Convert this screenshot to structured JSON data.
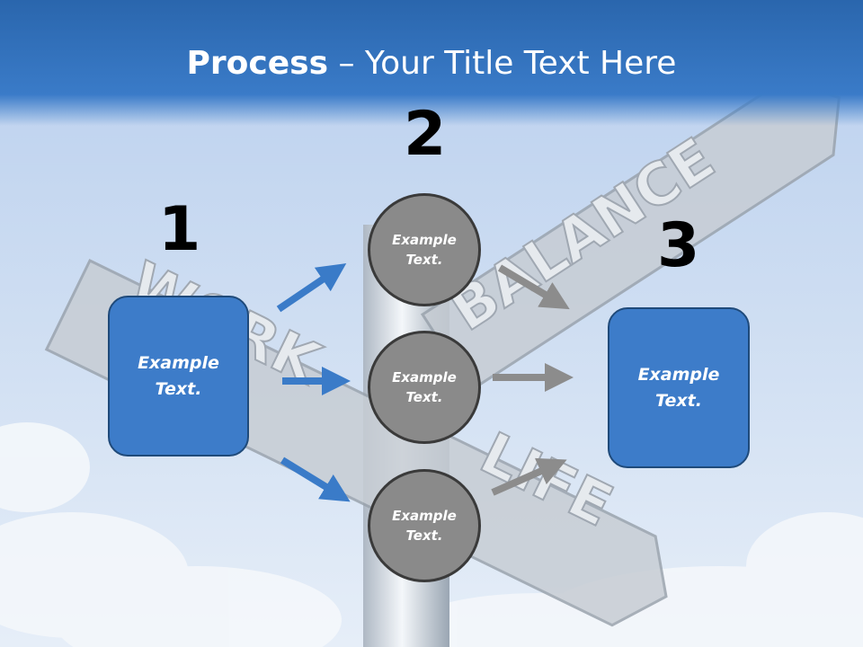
{
  "title": {
    "bold": "Process",
    "rest": " – Your Title Text Here"
  },
  "sign": {
    "word_1": "BALANCE",
    "word_2": "WORK",
    "word_3": "LIFE"
  },
  "steps": [
    {
      "number": "1",
      "text": "Example Text."
    },
    {
      "number": "2",
      "items": [
        "Example Text.",
        "Example Text.",
        "Example Text."
      ]
    },
    {
      "number": "3",
      "text": "Example Text."
    }
  ],
  "colors": {
    "header": "#2f6fb8",
    "box": "#3d7cc9",
    "circle": "#8a8a8a",
    "arrow_blue": "#3a7bc8",
    "arrow_gray": "#8c8c8c"
  }
}
